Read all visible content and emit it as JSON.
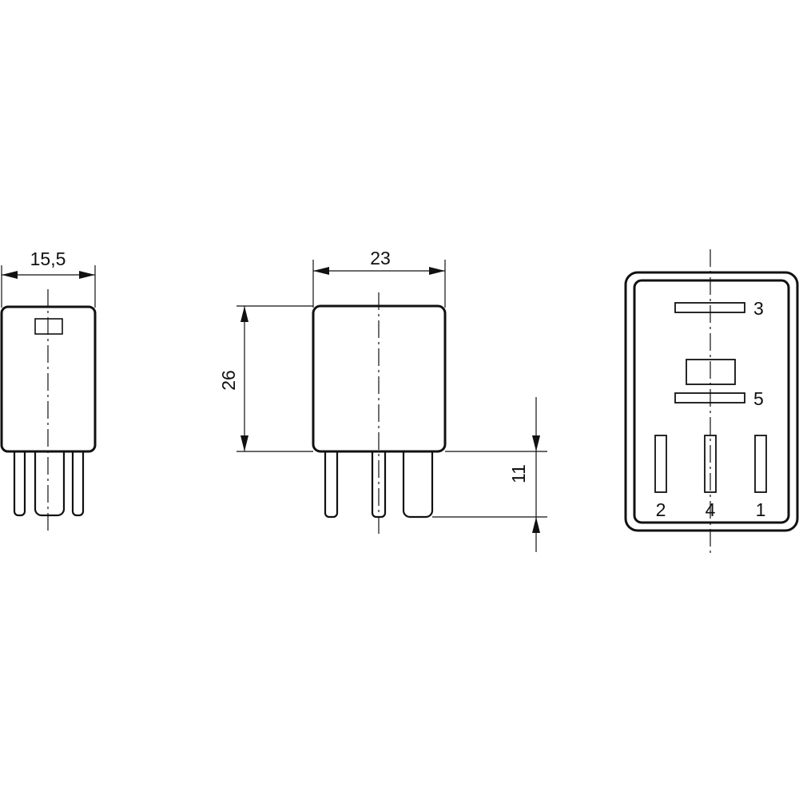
{
  "dimensions": {
    "width": "15,5",
    "length": "23",
    "height": "26",
    "pin_length": "11"
  },
  "terminals": {
    "t3": "3",
    "t5": "5",
    "t2": "2",
    "t4": "4",
    "t1": "1"
  }
}
